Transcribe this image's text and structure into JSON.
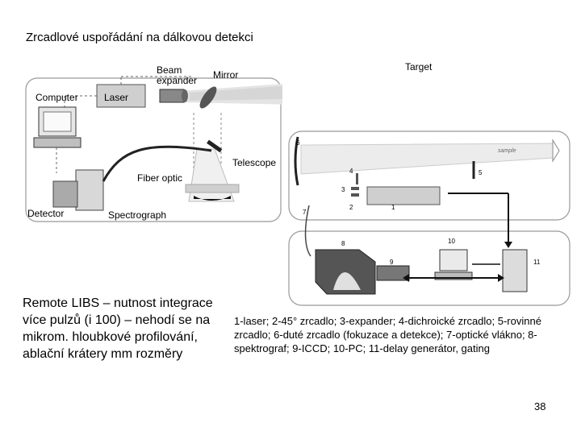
{
  "slide": {
    "title": "Zrcadlové uspořádání na dálkovou detekci",
    "remote_text": "Remote LIBS – nutnost integrace více pulzů (i 100) – nehodí se na mikrom. hloubkové profilování, ablační krátery mm rozměry",
    "legend_text": "1-laser; 2-45° zrcadlo; 3-expander; 4-dichroické zrcadlo; 5-rovinné zrcadlo; 6-duté zrcadlo (fokuzace a detekce); 7-optické vlákno; 8-spektrograf; 9-ICCD; 10-PC; 11-delay generátor, gating",
    "page_number": "38"
  },
  "left_diagram": {
    "labels": {
      "computer": "Computer",
      "laser": "Laser",
      "beam_expander": "Beam\nexpander",
      "mirror": "Mirror",
      "target": "Target",
      "telescope": "Telescope",
      "fiber_optic": "Fiber optic",
      "detector": "Detector",
      "spectrograph": "Spectrograph"
    }
  },
  "right_diagram": {
    "numbers": [
      "1",
      "2",
      "3",
      "4",
      "5",
      "6",
      "7",
      "8",
      "9",
      "10",
      "11"
    ],
    "sample_label": "sample"
  }
}
